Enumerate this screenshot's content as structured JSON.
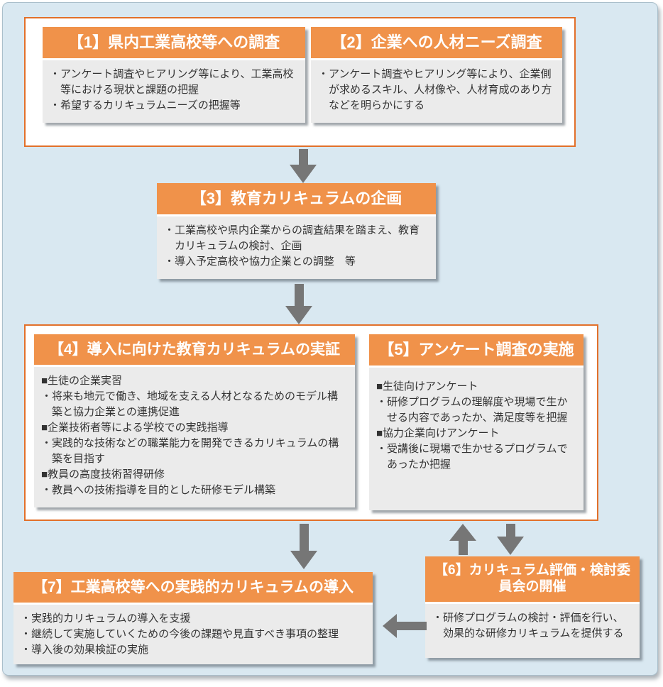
{
  "colors": {
    "panel_bg": "#d9e8f1",
    "header_bg": "#f0924a",
    "group_border": "#e2702a",
    "body_bg": "#ebebeb",
    "arrow": "#767676",
    "header_text": "#ffffff",
    "body_text": "#333333"
  },
  "boxes": {
    "b1": {
      "title": "【1】県内工業高校等への調査",
      "items": [
        "・アンケート調査やヒアリング等により、工業高校等における現状と課題の把握",
        "・希望するカリキュラムニーズの把握等"
      ]
    },
    "b2": {
      "title": "【2】企業への人材ニーズ調査",
      "items": [
        "・アンケート調査やヒアリング等により、企業側が求めるスキル、人材像や、人材育成のあり方などを明らかにする"
      ]
    },
    "b3": {
      "title": "【3】教育カリキュラムの企画",
      "items": [
        "・工業高校や県内企業からの調査結果を踏まえ、教育カリキュラムの検討、企画",
        "・導入予定高校や協力企業との調整　等"
      ]
    },
    "b4": {
      "title": "【4】導入に向けた教育カリキュラムの実証",
      "items": [
        "■生徒の企業実習",
        "・将来も地元で働き、地域を支える人材となるためのモデル構築と協力企業との連携促進",
        "■企業技術者等による学校での実践指導",
        "・実践的な技術などの職業能力を開発できるカリキュラムの構築を目指す",
        "■教員の高度技術習得研修",
        "・教員への技術指導を目的とした研修モデル構築"
      ]
    },
    "b5": {
      "title": "【5】アンケート調査の実施",
      "items": [
        "■生徒向けアンケート",
        "・研修プログラムの理解度や現場で生かせる内容であったか、満足度等を把握",
        "■協力企業向けアンケート",
        "・受講後に現場で生かせるプログラムであったか把握"
      ]
    },
    "b6": {
      "title": "【6】カリキュラム評価・検討委員会の開催",
      "items": [
        "・研修プログラムの検討・評価を行い、効果的な研修カリキュラムを提供する"
      ]
    },
    "b7": {
      "title": "【7】工業高校等への実践的カリキュラムの導入",
      "items": [
        "・実践的カリキュラムの導入を支援",
        "・継続して実施していくための今後の課題や見直すべき事項の整理",
        "・導入後の効果検証の実施"
      ]
    }
  }
}
